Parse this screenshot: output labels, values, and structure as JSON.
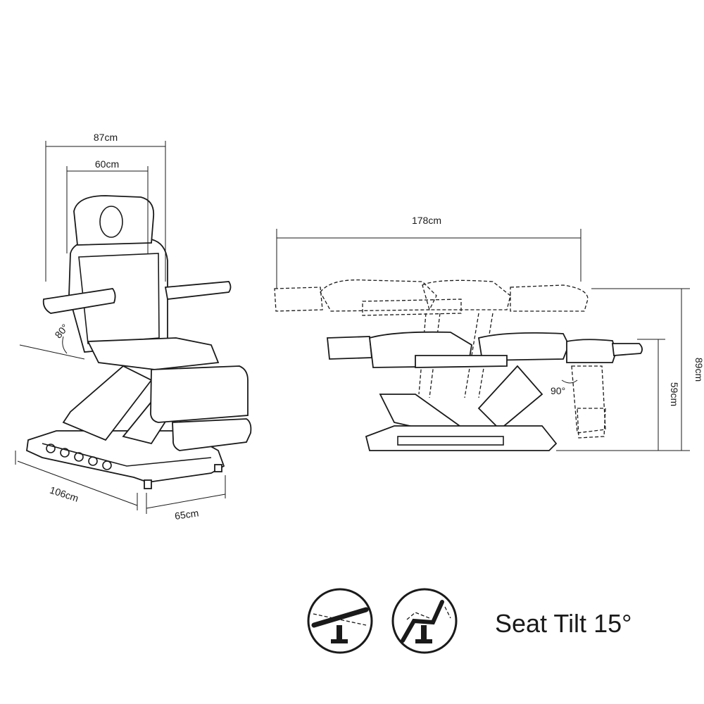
{
  "front_view": {
    "dims": {
      "overall_width": "87cm",
      "seat_width": "60cm",
      "back_angle": "80°",
      "base_length": "106cm",
      "base_width": "65cm"
    }
  },
  "side_view": {
    "dims": {
      "length": "178cm",
      "max_height": "89cm",
      "seat_height": "59cm",
      "leg_angle": "90°"
    }
  },
  "feature": {
    "label": "Seat Tilt 15°",
    "icons": [
      "seat-tilt-icon",
      "chair-recline-icon"
    ]
  }
}
